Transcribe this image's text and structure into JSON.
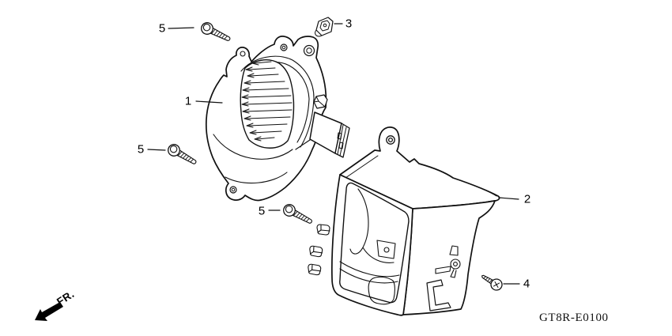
{
  "diagram": {
    "code": "GT8R-E0100",
    "direction_label": "FR.",
    "callouts": {
      "c1": "1",
      "c2": "2",
      "c3": "3",
      "c4": "4",
      "c5a": "5",
      "c5b": "5",
      "c5c": "5"
    },
    "colors": {
      "line": "#111111",
      "background": "#ffffff"
    }
  }
}
